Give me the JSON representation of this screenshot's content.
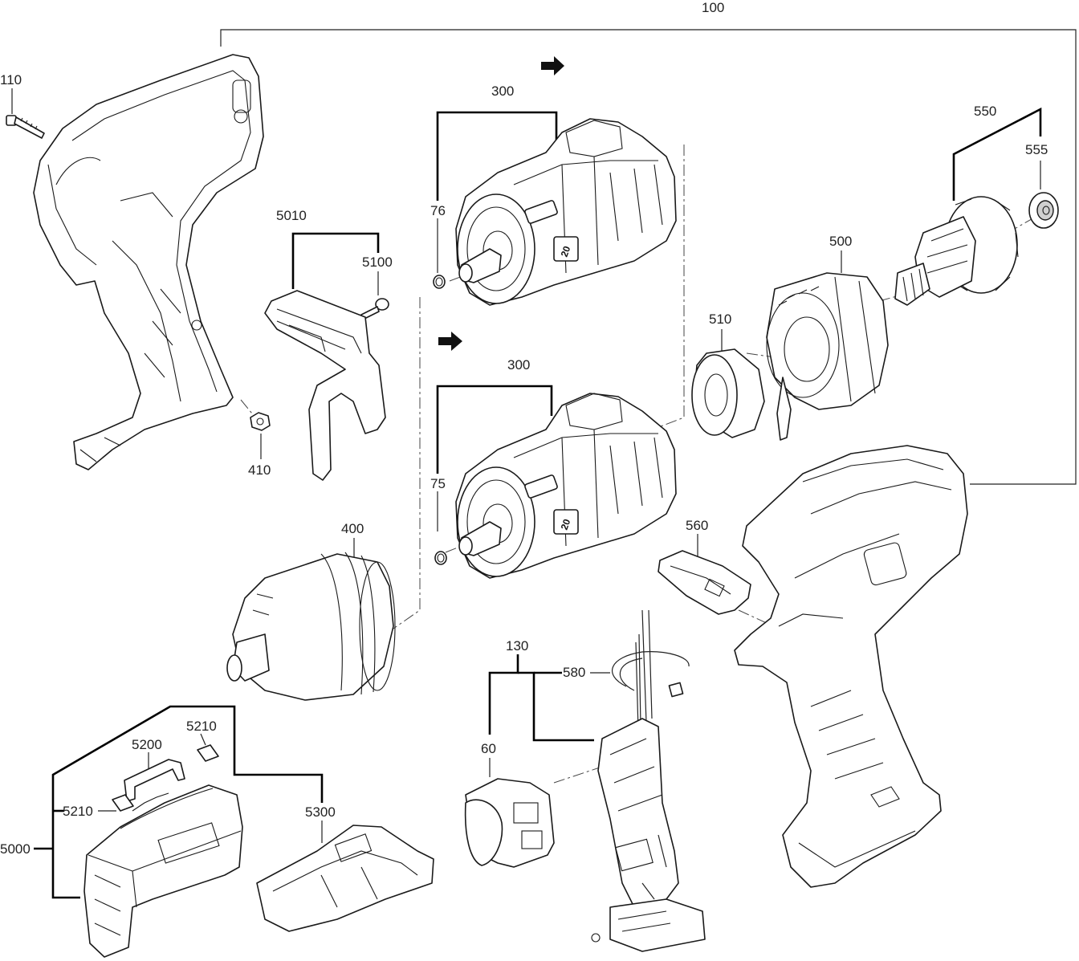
{
  "labels": {
    "l100": "100",
    "l110": "110",
    "l300a": "300",
    "l300b": "300",
    "l76": "76",
    "l75": "75",
    "l5010": "5010",
    "l5100": "5100",
    "l550": "550",
    "l555": "555",
    "l500": "500",
    "l510": "510",
    "l410": "410",
    "l400": "400",
    "l560": "560",
    "l130": "130",
    "l580": "580",
    "l60": "60",
    "l5210a": "5210",
    "l5200": "5200",
    "l5210b": "5210",
    "l5300": "5300",
    "l5000": "5000"
  },
  "gear_markings": {
    "top_speed": "20",
    "bottom_speed": "20"
  }
}
